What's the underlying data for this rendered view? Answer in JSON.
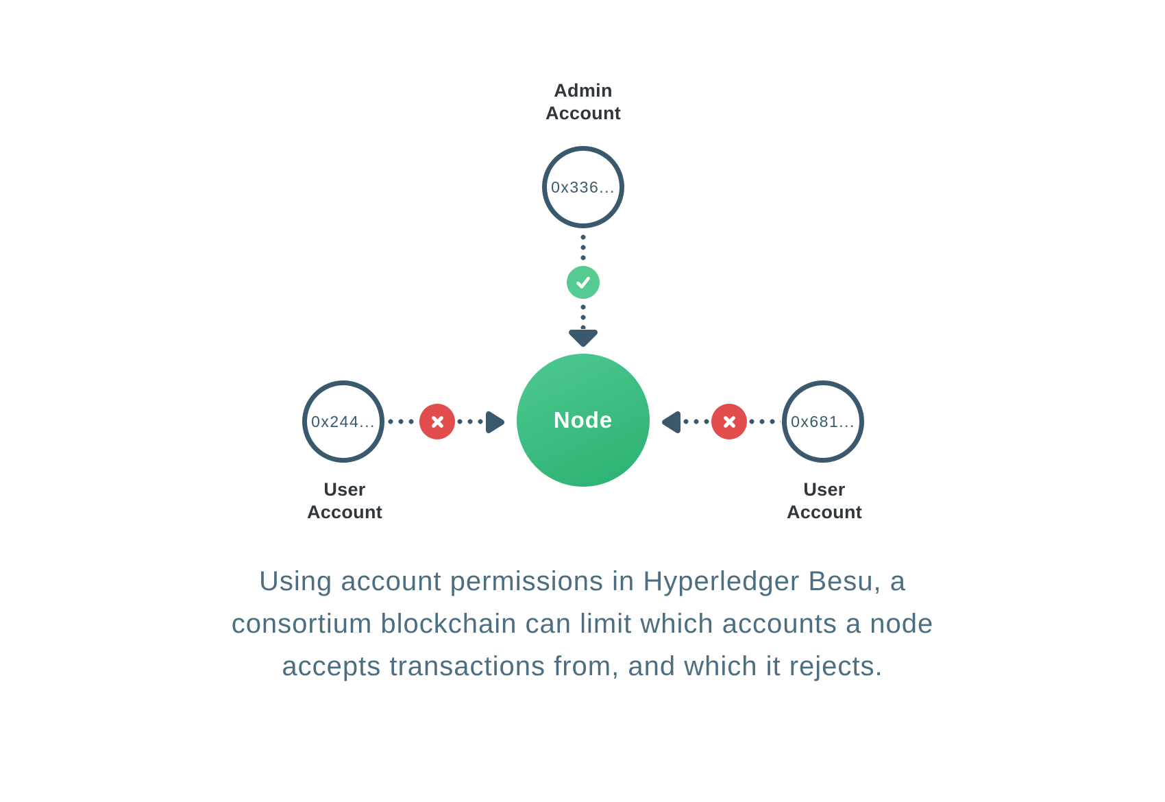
{
  "colors": {
    "background": "#FFFFFF",
    "slate": "#3A596C",
    "label_dark": "#2F363C",
    "node_green_start": "#4BC78E",
    "node_green_end": "#2EB274",
    "check_green": "#55CB92",
    "deny_red": "#E14D4D",
    "caption_text": "#4C6E80",
    "white": "#FFFFFF"
  },
  "diagram": {
    "admin": {
      "label_line1": "Admin",
      "label_line2": "Account",
      "address": "0x336..."
    },
    "node": {
      "label": "Node"
    },
    "left_user": {
      "label_line1": "User",
      "label_line2": "Account",
      "address": "0x244..."
    },
    "right_user": {
      "label_line1": "User",
      "label_line2": "Account",
      "address": "0x681..."
    },
    "icons": {
      "allow": "check-icon",
      "deny": "x-icon",
      "connector": "dotted-arrow"
    }
  },
  "caption": {
    "lines": [
      "Using account permissions in Hyperledger Besu, a",
      "consortium blockchain can limit which accounts a node",
      "accepts transactions from, and which it rejects."
    ]
  }
}
